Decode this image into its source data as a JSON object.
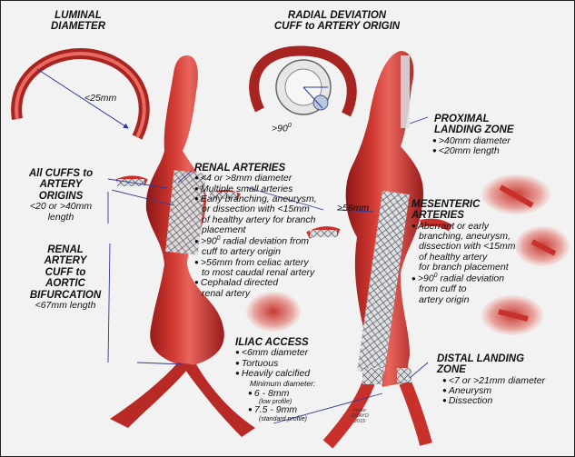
{
  "luminal": {
    "title1": "LUMINAL",
    "title2": "DIAMETER",
    "measure": "<25mm"
  },
  "radial": {
    "title1": "RADIAL DEVIATION",
    "title2": "CUFF to ARTERY ORIGIN",
    "angle": ">90",
    "angle_sup": "0"
  },
  "cuffs": {
    "title1": "All CUFFS to",
    "title2": "ARTERY",
    "title3": "ORIGINS",
    "text1": "<20 or >40mm",
    "text2": "length"
  },
  "renal_cuff": {
    "title1": "RENAL",
    "title2": "ARTERY",
    "title3": "CUFF to",
    "title4": "AORTIC",
    "title5": "BIFURCATION",
    "text": "<67mm length"
  },
  "renal_arteries": {
    "title": "RENAL ARTERIES",
    "items": [
      "<4 or >8mm diameter",
      "Multiple small arteries",
      "Early branching, aneurysm,",
      "or dissection with <15mm",
      "of healthy artery for branch",
      "placement",
      ">90",
      " radial deviation from",
      "cuff to artery origin",
      ">56mm from celiac artery",
      "to most caudal renal artery",
      "Cephalad directed",
      "renal artery"
    ],
    "sup": "0"
  },
  "proximal": {
    "title1": "PROXIMAL",
    "title2": "LANDING ZONE",
    "items": [
      ">40mm diameter",
      "<20mm length"
    ]
  },
  "mesenteric": {
    "title1": "MESENTERIC",
    "title2": "ARTERIES",
    "lines": [
      "Aberrant or early",
      "branching, aneurysm,",
      "dissection with <15mm",
      "of healthy artery",
      "for branch placement",
      ">90",
      " radial deviation",
      "from cuff to",
      "artery origin"
    ],
    "sup": "0"
  },
  "measure_56": ">56mm",
  "iliac": {
    "title": "ILIAC ACCESS",
    "items": [
      "<6mm diameter",
      "Tortuous",
      "Heavily calcified"
    ],
    "min_label": "Minimum diameter:",
    "opt1": "6 - 8mm",
    "opt1_note": "(low profile)",
    "opt2": "7.5 - 9mm",
    "opt2_note": "(standard profile)"
  },
  "distal": {
    "title1": "DISTAL LANDING",
    "title2": "ZONE",
    "items": [
      "<7 or >21mm diameter",
      "Aneurysm",
      "Dissection"
    ]
  },
  "signature": {
    "line1": "Fedor",
    "line2": "SMAYO",
    "line3": "2015"
  },
  "colors": {
    "artery": "#c8302c",
    "artery_dark": "#8e1616",
    "artery_light": "#e8655c",
    "line": "#2e3a9a",
    "stent": "#b8bcc2"
  }
}
